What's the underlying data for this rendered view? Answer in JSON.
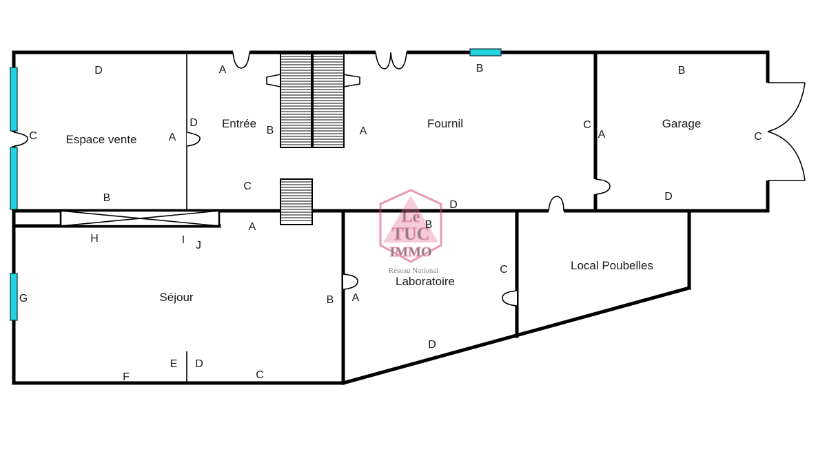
{
  "rooms": {
    "espace_vente": "Espace vente",
    "entree": "Entrée",
    "fournil": "Fournil",
    "garage": "Garage",
    "sejour": "Séjour",
    "laboratoire": "Laboratoire",
    "local_poubelles": "Local Poubelles"
  },
  "wall_labels": {
    "espace_vente": {
      "top": "D",
      "left": "C",
      "right": "A",
      "bottom": "B"
    },
    "entree": {
      "top": "A",
      "left": "D",
      "stairs": "B",
      "bottom": "C"
    },
    "fournil": {
      "stairs": "A",
      "window": "B",
      "right": "C",
      "bottom": "D"
    },
    "garage": {
      "top": "B",
      "left": "A",
      "right": "C",
      "bottom": "D"
    },
    "corridor": {
      "h": "H",
      "i": "I",
      "j": "J",
      "a": "A"
    },
    "sejour": {
      "left": "G",
      "right": "B",
      "e": "E",
      "d": "D",
      "f": "F",
      "c": "C"
    },
    "laboratoire": {
      "top": "B",
      "left": "A",
      "right": "C",
      "bottom": "D"
    }
  },
  "watermark": {
    "line1": "Le",
    "line2": "TUC",
    "line3": "IMMO",
    "line4": "Réseau National"
  },
  "colors": {
    "wall": "#000000",
    "window": "#22d3e0",
    "watermark": "#d9477a"
  }
}
